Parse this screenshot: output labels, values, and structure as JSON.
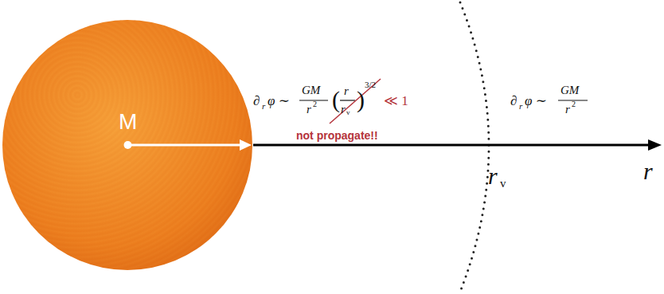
{
  "diagram": {
    "nodes": [
      {
        "text": [
          "M"
        ]
      }
    ],
    "labels": [
      "∂",
      "r",
      "φ ∼",
      "GM",
      "r",
      "2",
      "(",
      "r",
      "r",
      "v",
      ")",
      "3/2",
      "≪ 1",
      "not propagate!!",
      "r",
      "v",
      "∂",
      "r",
      "φ ∼",
      "GM",
      "r",
      "2",
      "r"
    ]
  }
}
